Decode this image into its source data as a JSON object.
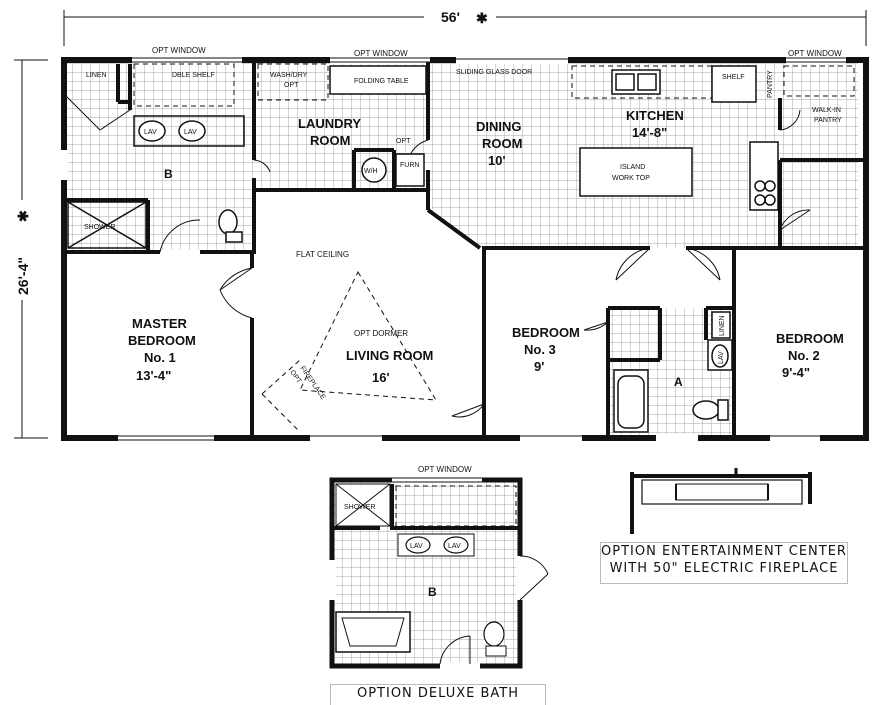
{
  "dimensions": {
    "width": "56'",
    "depth": "26'-4\"",
    "note_symbol": "✱"
  },
  "windows": {
    "top_left": "OPT WINDOW",
    "top_mid": "OPT WINDOW",
    "top_right": "OPT WINDOW",
    "deluxe": "OPT WINDOW"
  },
  "rooms": {
    "master_bath": {
      "label": "B",
      "linen": "LINEN",
      "shelf": "DBLE SHELF",
      "lav1": "LAV",
      "lav2": "LAV",
      "shower": "SHOWER"
    },
    "laundry": {
      "name1": "LAUNDRY",
      "name2": "ROOM",
      "washdry1": "WASH/DRY",
      "washdry2": "OPT",
      "folding": "FOLDING TABLE",
      "opt": "OPT",
      "wh": "W/H",
      "furn": "FURN"
    },
    "dining": {
      "name1": "DINING",
      "name2": "ROOM",
      "size": "10'",
      "door": "SLIDING GLASS DOOR"
    },
    "kitchen": {
      "name": "KITCHEN",
      "size": "14'-8\"",
      "shelf": "SHELF",
      "pantry": "PANTRY",
      "walkin1": "WALK-IN",
      "walkin2": "PANTRY",
      "island1": "ISLAND",
      "island2": "WORK TOP"
    },
    "master_bedroom": {
      "name1": "MASTER",
      "name2": "BEDROOM",
      "name3": "No. 1",
      "size": "13'-4\""
    },
    "living": {
      "ceiling": "FLAT CEILING",
      "dormer": "OPT DORMER",
      "name": "LIVING ROOM",
      "size": "16'",
      "fireplace1": "OPT",
      "fireplace2": "FIREPLACE"
    },
    "bedroom3": {
      "name1": "BEDROOM",
      "name2": "No. 3",
      "size": "9'"
    },
    "bath_a": {
      "label": "A",
      "linen": "LINEN",
      "lav": "LAV"
    },
    "bedroom2": {
      "name1": "BEDROOM",
      "name2": "No. 2",
      "size": "9'-4\""
    }
  },
  "deluxe_bath": {
    "shower": "SHOWER",
    "lav1": "LAV",
    "lav2": "LAV",
    "label": "B",
    "caption": "OPTION DELUXE BATH"
  },
  "entertainment": {
    "caption_line1": "OPTION ENTERTAINMENT CENTER",
    "caption_line2": "WITH 50\" ELECTRIC FIREPLACE"
  },
  "colors": {
    "wall": "#111111",
    "grid": "#9a9a9a",
    "background": "#ffffff"
  }
}
